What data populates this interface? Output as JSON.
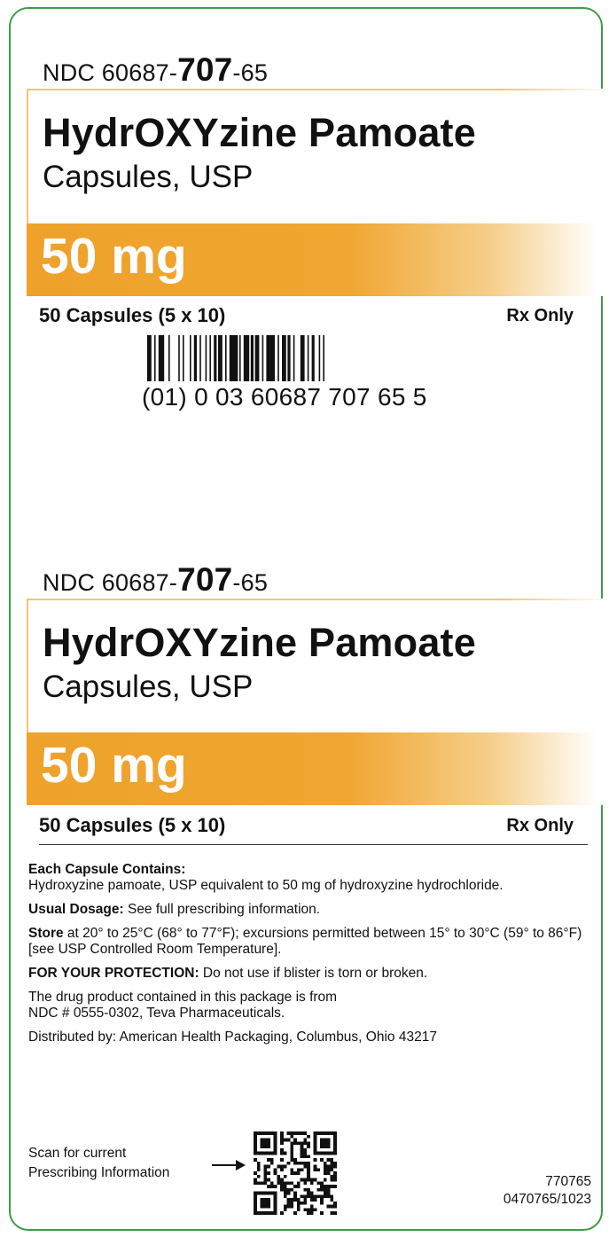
{
  "panels": [
    {
      "ndc_prefix": "NDC 60687-",
      "ndc_product": "707",
      "ndc_suffix": "-65",
      "drug_name": "HydrOXYzine Pamoate",
      "dosage_form": "Capsules, USP",
      "strength": "50 mg",
      "count": "50 Capsules (5 x 10)",
      "rx": "Rx Only"
    },
    {
      "ndc_prefix": "NDC 60687-",
      "ndc_product": "707",
      "ndc_suffix": "-65",
      "drug_name": "HydrOXYzine Pamoate",
      "dosage_form": "Capsules, USP",
      "strength": "50 mg",
      "count": "50 Capsules (5 x 10)",
      "rx": "Rx Only"
    }
  ],
  "barcode": {
    "digits": "(01) 0 03 60687 707 65 5"
  },
  "info": {
    "contains_heading": "Each Capsule Contains:",
    "contains_text": "Hydroxyzine pamoate, USP equivalent to 50 mg of hydroxyzine hydrochloride.",
    "dosage_heading": "Usual Dosage:",
    "dosage_text": " See full prescribing information.",
    "store_heading": "Store",
    "store_text": " at 20° to 25°C (68° to 77°F); excursions permitted between 15° to 30°C (59° to 86°F) [see USP Controlled Room Temperature].",
    "protection_heading": "FOR YOUR PROTECTION:",
    "protection_text": " Do not use if blister is torn or broken.",
    "source_line1": "The drug product contained in this package is from",
    "source_line2": "NDC # 0555-0302, Teva Pharmaceuticals.",
    "distributor": "Distributed by: American Health Packaging, Columbus, Ohio 43217"
  },
  "footer": {
    "scan_line1": "Scan for current",
    "scan_line2": "Prescribing Information",
    "code1": "770765",
    "code2": "0470765/1023"
  },
  "colors": {
    "border": "#3f9a4a",
    "accent": "#eea22c"
  },
  "icons": {
    "arrow": "right-arrow-icon",
    "qr": "qr-code-icon",
    "barcode": "barcode-icon"
  }
}
